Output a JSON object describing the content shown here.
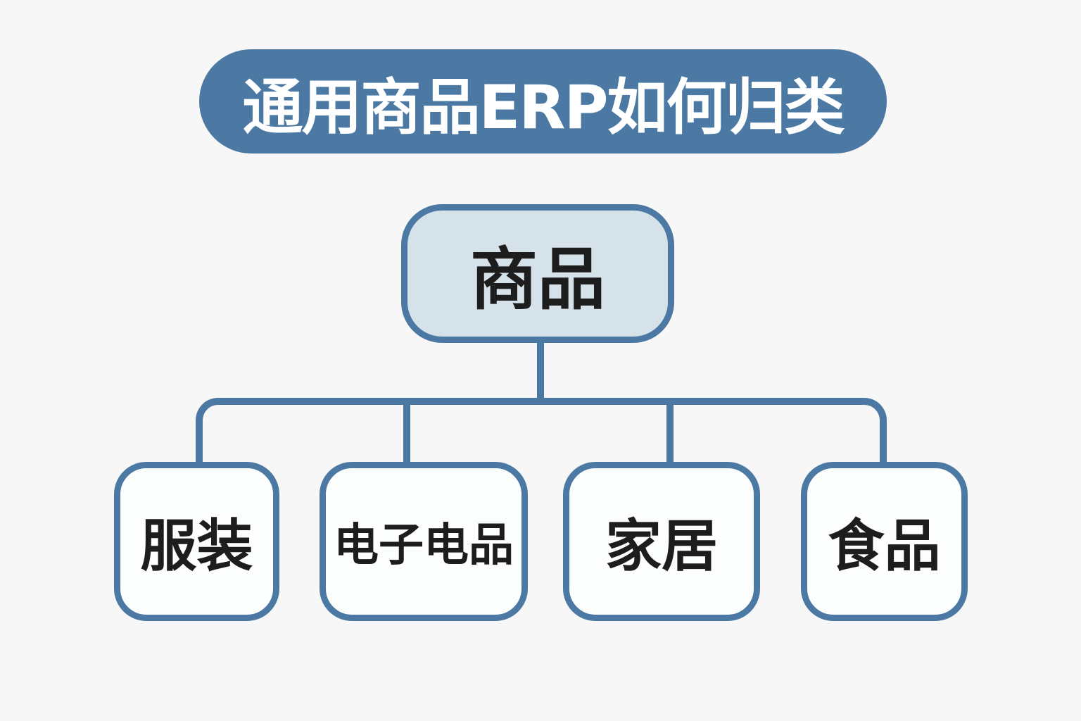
{
  "title": {
    "text": "通用商品ERP如何归类"
  },
  "tree": {
    "root": {
      "label": "商品"
    },
    "children": [
      {
        "label": "服装"
      },
      {
        "label": "电子电品"
      },
      {
        "label": "家居"
      },
      {
        "label": "食品"
      }
    ]
  },
  "colors": {
    "bg": "#f7f7f7",
    "accent": "#4b79a3",
    "root_fill": "#d5e2e9",
    "node_fill": "#fcfdfd",
    "ink": "#1d1d1d",
    "title_ink": "#ffffff"
  }
}
